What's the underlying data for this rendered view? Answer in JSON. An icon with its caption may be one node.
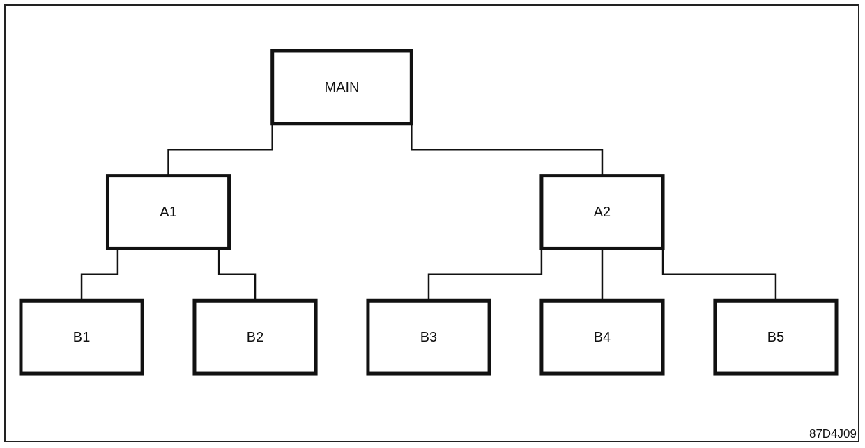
{
  "diagram": {
    "nodes": [
      {
        "text": [
          "MAIN"
        ]
      },
      {
        "text": [
          "A1"
        ]
      },
      {
        "text": [
          "A2"
        ]
      },
      {
        "text": [
          "B1"
        ]
      },
      {
        "text": [
          "B2"
        ]
      },
      {
        "text": [
          "B3"
        ]
      },
      {
        "text": [
          "B4"
        ]
      },
      {
        "text": [
          "B5"
        ]
      }
    ],
    "edges": [
      {
        "from": 0,
        "to": 1,
        "arrow": "none"
      },
      {
        "from": 0,
        "to": 2,
        "arrow": "none"
      },
      {
        "from": 1,
        "to": 3,
        "arrow": "none"
      },
      {
        "from": 1,
        "to": 4,
        "arrow": "none"
      },
      {
        "from": 2,
        "to": 5,
        "arrow": "none"
      },
      {
        "from": 2,
        "to": 6,
        "arrow": "none"
      },
      {
        "from": 2,
        "to": 7,
        "arrow": "none"
      }
    ],
    "labels": [
      "87D4J09"
    ]
  }
}
